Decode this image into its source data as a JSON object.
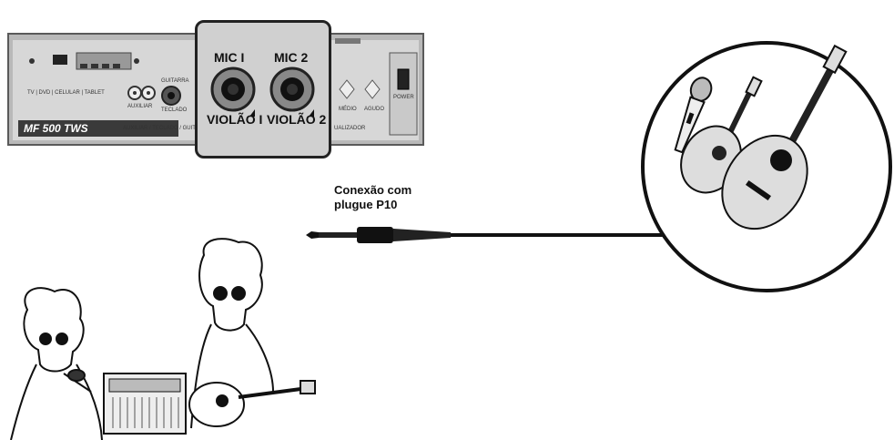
{
  "panel": {
    "inputs_label": "TV | DVD | CELULAR | TABLET",
    "auxiliar_label": "AUXILIAR",
    "guitarra_label": "GUITARRA",
    "teclado_label": "TECLADO",
    "brand_label": "MF 500 TWS",
    "bottom_label": "AUXILIAR / TECLADO / GUIT",
    "medio_label": "MÉDIO",
    "agudo_label": "AGUDO",
    "equalizador_label": "UALIZADOR",
    "power_label": "POWER"
  },
  "zoom": {
    "mic1_label": "MIC I",
    "mic2_label": "MIC 2",
    "violao1_label": "VIOLÃO I",
    "violao2_label": "VIOLÃO 2"
  },
  "connection": {
    "line1": "Conexão com",
    "line2": "plugue P10"
  },
  "icons": [
    "amplifier-panel",
    "microphone-icon",
    "acoustic-guitar-icon",
    "p10-plug-icon",
    "musician-singer",
    "musician-guitarist",
    "amplifier-icon"
  ]
}
